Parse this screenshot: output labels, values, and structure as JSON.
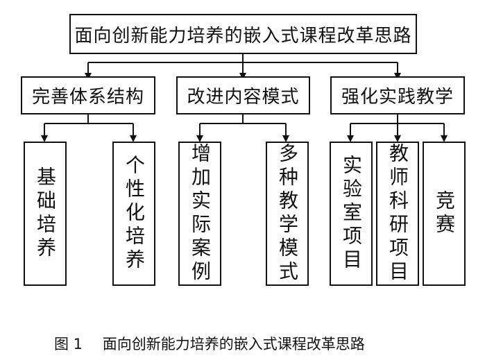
{
  "root": {
    "label": "面向创新能力培养的嵌入式课程改革思路"
  },
  "branches": [
    {
      "label": "完善体系结构",
      "children": [
        "基础培养",
        "个性化培养"
      ]
    },
    {
      "label": "改进内容模式",
      "children": [
        "增加实际案例",
        "多种教学模式"
      ]
    },
    {
      "label": "强化实践教学",
      "children": [
        "实验室项目",
        "教师科研项目",
        "竞赛"
      ]
    }
  ],
  "caption": {
    "figure_number": "图 1",
    "text": "面向创新能力培养的嵌入式课程改革思路"
  }
}
